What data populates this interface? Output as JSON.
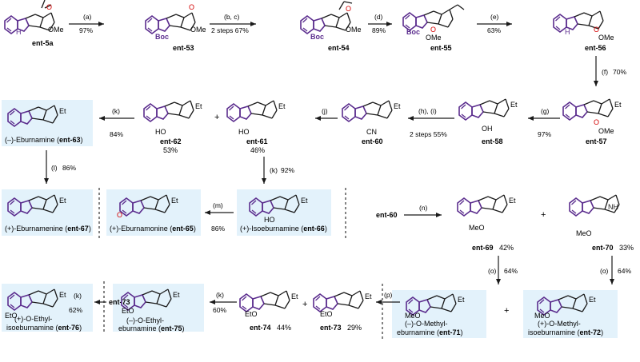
{
  "colors": {
    "bond": "#1a1a1a",
    "indole_ring": "#5b2d8e",
    "oxazolidine_o": "#d40000",
    "highlight_box": "#e3f2fb",
    "divider": "#333333"
  },
  "row1": {
    "ent5a": {
      "label": "ent-5a",
      "ome": "OMe",
      "nh": "H"
    },
    "ent53": {
      "label": "ent-53",
      "boc": "Boc",
      "ome": "OMe"
    },
    "ent54": {
      "label": "ent-54",
      "boc": "Boc",
      "ome": "OMe"
    },
    "ent55": {
      "label": "ent-55",
      "boc": "Boc",
      "ome": "OMe"
    },
    "ent56": {
      "label": "ent-56",
      "ome": "OMe",
      "nh": "H"
    },
    "arrows": [
      {
        "reagent": "(a)",
        "yield": "97%"
      },
      {
        "reagent": "(b, c)",
        "yield": "2 steps 67%"
      },
      {
        "reagent": "(d)",
        "yield": "89%"
      },
      {
        "reagent": "(e)",
        "yield": "63%"
      }
    ]
  },
  "row2": {
    "ent57": {
      "label": "ent-57",
      "ome": "OMe",
      "et": "Et"
    },
    "ent58": {
      "label": "ent-58",
      "oh": "OH",
      "et": "Et"
    },
    "ent60": {
      "label": "ent-60",
      "cn": "CN",
      "et": "Et"
    },
    "ent61": {
      "label": "ent-61",
      "yield": "46%",
      "oh": "HO",
      "et": "Et"
    },
    "ent62": {
      "label": "ent-62",
      "yield": "53%",
      "oh": "HO",
      "et": "Et"
    },
    "ent63": {
      "name": "(–)-Eburnamine (",
      "label": "ent-63",
      "close": ")"
    },
    "arrows": [
      {
        "reagent": "(f)",
        "yield": "70%"
      },
      {
        "reagent": "(g)",
        "yield": "97%"
      },
      {
        "reagent": "(h), (i)",
        "yield": "2 steps 55%"
      },
      {
        "reagent": "(j)",
        "yield": ""
      },
      {
        "reagent": "(k)",
        "yield": "84%"
      },
      {
        "reagent": "(k)",
        "yield": "92%"
      }
    ],
    "plus": "+"
  },
  "row3": {
    "ent67": {
      "name": "(+)-Eburnamenine (",
      "label": "ent-67",
      "close": ")"
    },
    "ent65": {
      "name": "(+)-Eburnamonine (",
      "label": "ent-65",
      "close": ")"
    },
    "ent66": {
      "name": "(+)-Isoeburnamine (",
      "label": "ent-66",
      "close": ")"
    },
    "ent60_start": "ent-60",
    "ent69": {
      "label": "ent-69",
      "yield": "42%",
      "meo": "MeO"
    },
    "ent70": {
      "label": "ent-70",
      "yield": "33%",
      "meo": "MeO"
    },
    "arrows": [
      {
        "reagent": "(l)",
        "yield": "86%"
      },
      {
        "reagent": "(m)",
        "yield": "86%"
      },
      {
        "reagent": "(n)",
        "yield": ""
      },
      {
        "reagent": "(o)",
        "yield": "64%"
      },
      {
        "reagent": "(o)",
        "yield": "64%"
      }
    ],
    "plus": "+"
  },
  "row4": {
    "ent76": {
      "name1": "(+)-O-Ethyl-",
      "name2": "isoeburnamine (",
      "label": "ent-76",
      "close": ")"
    },
    "ent73_start": "ent-73",
    "ent75": {
      "name1": "(–)-O-Ethyl-",
      "name2": "eburnamine (",
      "label": "ent-75",
      "close": ")"
    },
    "ent74": {
      "label": "ent-74",
      "yield": "44%",
      "eto": "EtO"
    },
    "ent73": {
      "label": "ent-73",
      "yield": "29%",
      "eto": "EtO"
    },
    "ent60_start": "ent-60",
    "ent71": {
      "name1": "(–)-O-Methyl-",
      "name2": "eburnamine (",
      "label": "ent-71",
      "close": ")"
    },
    "ent72": {
      "name1": "(+)-O-Methyl-",
      "name2": "isoeburnamine (",
      "label": "ent-72",
      "close": ")"
    },
    "arrows": [
      {
        "reagent": "(k)",
        "yield": "62%"
      },
      {
        "reagent": "(k)",
        "yield": "60%"
      },
      {
        "reagent": "(p)",
        "yield": ""
      }
    ],
    "plus": "+"
  }
}
